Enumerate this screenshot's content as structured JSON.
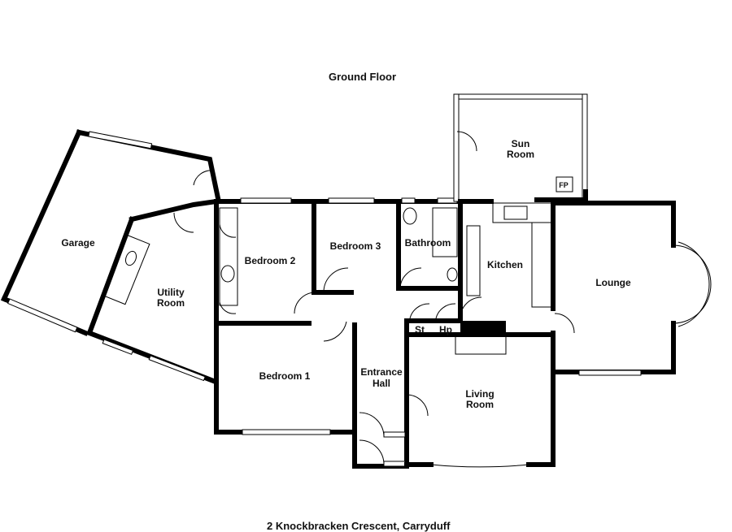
{
  "floor_title": "Ground Floor",
  "address": "2 Knockbracken Crescent, Carryduff",
  "rooms": {
    "garage": "Garage",
    "utility_line1": "Utility",
    "utility_line2": "Room",
    "bedroom2": "Bedroom 2",
    "bedroom3": "Bedroom 3",
    "bathroom": "Bathroom",
    "kitchen": "Kitchen",
    "sunroom_line1": "Sun",
    "sunroom_line2": "Room",
    "fireplace": "FP",
    "lounge": "Lounge",
    "bedroom1": "Bedroom 1",
    "entrance_line1": "Entrance",
    "entrance_line2": "Hall",
    "store": "St",
    "hotpress": "Hp",
    "living_line1": "Living",
    "living_line2": "Room"
  }
}
